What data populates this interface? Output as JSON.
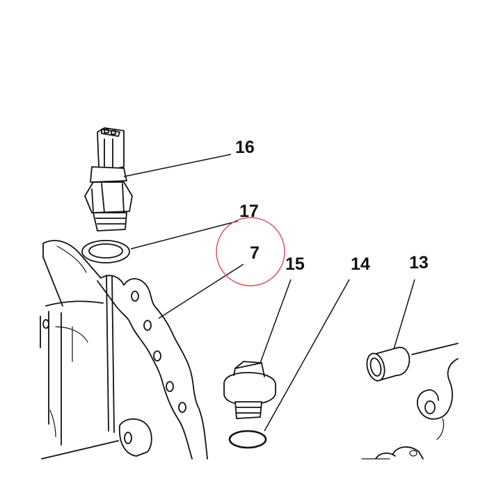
{
  "diagram": {
    "callouts": [
      {
        "id": "16",
        "label": "16"
      },
      {
        "id": "17",
        "label": "17"
      },
      {
        "id": "7",
        "label": "7"
      },
      {
        "id": "15",
        "label": "15"
      },
      {
        "id": "14",
        "label": "14"
      },
      {
        "id": "13",
        "label": "13"
      }
    ],
    "highlight": {
      "target": "7",
      "color": "#d94b55"
    },
    "line_color": "#111111"
  }
}
